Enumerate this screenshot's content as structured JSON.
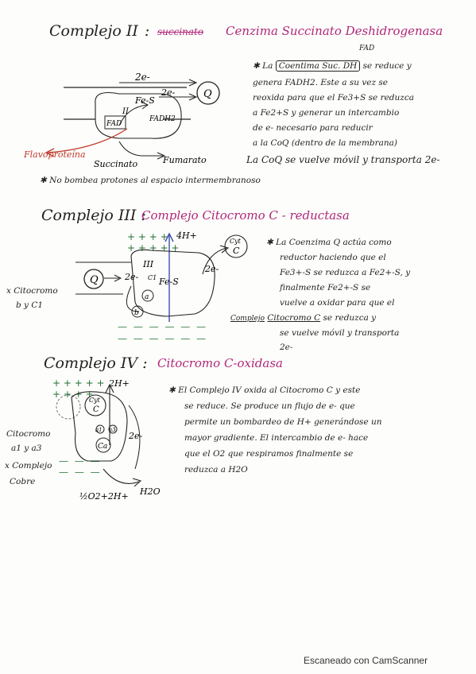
{
  "complex2": {
    "heading": "Complejo II",
    "colon": ":",
    "crossed": "succinato",
    "subtitle": "Cenzima Succinato Deshidrogenasa",
    "fad_label": "FAD",
    "note_line1_pre": "La",
    "note_boxed": "Coentima Suc. DH",
    "note_line1_post": "se reduce y",
    "note_line2": "genera FADH2. Este a su vez se",
    "note_line3": "reoxida para que el Fe3+S se reduzca",
    "note_line4": "a Fe2+S y generar un intercambio",
    "note_line5": "de e- necesario para reducir",
    "note_line6": "a la CoQ (dentro de la membrana)",
    "note_line7": "La CoQ se vuelve móvil y transporta 2e-",
    "bullet2": "No bombea protones al espacio intermembranoso",
    "diagram": {
      "e_top": "2e-",
      "e_mid": "2e-",
      "q": "Q",
      "fes": "Fe-S",
      "roman": "II",
      "fad": "FAD",
      "fadh2": "FADH2",
      "flavo": "Flavoproteína",
      "succ": "Succinato",
      "fum": "Fumarato"
    }
  },
  "complex3": {
    "heading": "Complejo III",
    "colon": ":",
    "subtitle": "Complejo Citocromo C - reductasa",
    "side_label1": "x Citocromo",
    "side_label2": "b y C1",
    "note_line1": "La Coenzima Q actúa como",
    "note_line2": "reductor haciendo que el",
    "note_line3": "Fe3+-S se reduzca a Fe2+-S, y",
    "note_line4": "finalmente Fe2+-S se",
    "note_line5": "vuelve a oxidar para que el",
    "note_line6_pre": "Complejo",
    "note_line6_mid": "Citocromo C",
    "note_line6_post": "se reduzca y",
    "note_line7": "se vuelve móvil y transporta",
    "note_line8": "2e-",
    "diagram": {
      "protons": "4H+",
      "plus_row1": "+ + + +",
      "plus_row2": "+ + + + +",
      "cyt": "Cyt",
      "c": "C",
      "roman": "III",
      "q": "Q",
      "e_left": "2e-",
      "e_right": "2e-",
      "fe": "Fe-S",
      "c1": "C1",
      "b": "b",
      "a": "a"
    }
  },
  "complex4": {
    "heading": "Complejo IV",
    "colon": ":",
    "subtitle": "Citocromo C-oxidasa",
    "side_label1": "Citocromo",
    "side_label2": "a1 y a3",
    "side_label3": "x Complejo",
    "side_label4": "Cobre",
    "note_line1": "El Complejo IV oxida al Citocromo C y este",
    "note_line2": "se reduce. Se produce un flujo de e- que",
    "note_line3": "permite un bombardeo de H+ generándose un",
    "note_line4": "mayor gradiente. El intercambio de e- hace",
    "note_line5": "que el O2 que respiramos finalmente se",
    "note_line6": "reduzca a H2O",
    "diagram": {
      "protons": "2H+",
      "plus_row1": "+ + + + +",
      "plus_row2": "+ + + +",
      "cyt": "Cyt",
      "c": "C",
      "a1": "a1",
      "a3": "a3",
      "ca": "Ca",
      "e": "2e-",
      "reaction": "½O2+2H+",
      "product": "H2O"
    }
  },
  "footer": "Escaneado con CamScanner",
  "colors": {
    "ink": "#222222",
    "magenta": "#b0277a",
    "red": "#c0392b",
    "blue": "#3a4fb0"
  }
}
